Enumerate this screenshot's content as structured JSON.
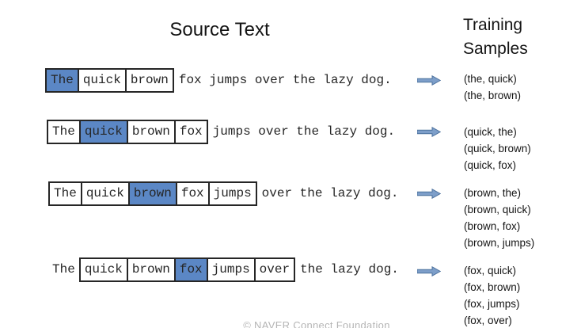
{
  "title": "Source Text",
  "header": {
    "line1": "Training",
    "line2": "Samples"
  },
  "colors": {
    "highlight_fill": "#5b87c5",
    "box_border": "#262626",
    "arrow_fill": "#7d9ec9",
    "arrow_stroke": "#4d729e",
    "footer_gray": "#b5b5b5"
  },
  "rows": [
    {
      "cells": [
        "The",
        "quick",
        "brown"
      ],
      "highlight_index": 0,
      "lead": "",
      "tail": "fox jumps over the lazy dog.",
      "samples": [
        "(the, quick)",
        "(the, brown)"
      ]
    },
    {
      "cells": [
        "The",
        "quick",
        "brown",
        "fox"
      ],
      "highlight_index": 1,
      "lead": "",
      "tail": "jumps over the lazy dog.",
      "samples": [
        "(quick, the)",
        "(quick, brown)",
        "(quick, fox)"
      ]
    },
    {
      "cells": [
        "The",
        "quick",
        "brown",
        "fox",
        "jumps"
      ],
      "highlight_index": 2,
      "lead": "",
      "tail": "over the lazy dog.",
      "samples": [
        "(brown, the)",
        "(brown, quick)",
        "(brown, fox)",
        "(brown, jumps)"
      ]
    },
    {
      "cells": [
        "quick",
        "brown",
        "fox",
        "jumps",
        "over"
      ],
      "highlight_index": 2,
      "lead": "The",
      "tail": "the lazy dog.",
      "samples": [
        "(fox, quick)",
        "(fox, brown)",
        "(fox, jumps)",
        "(fox, over)"
      ]
    }
  ],
  "footer": "© NAVER Connect Foundation"
}
